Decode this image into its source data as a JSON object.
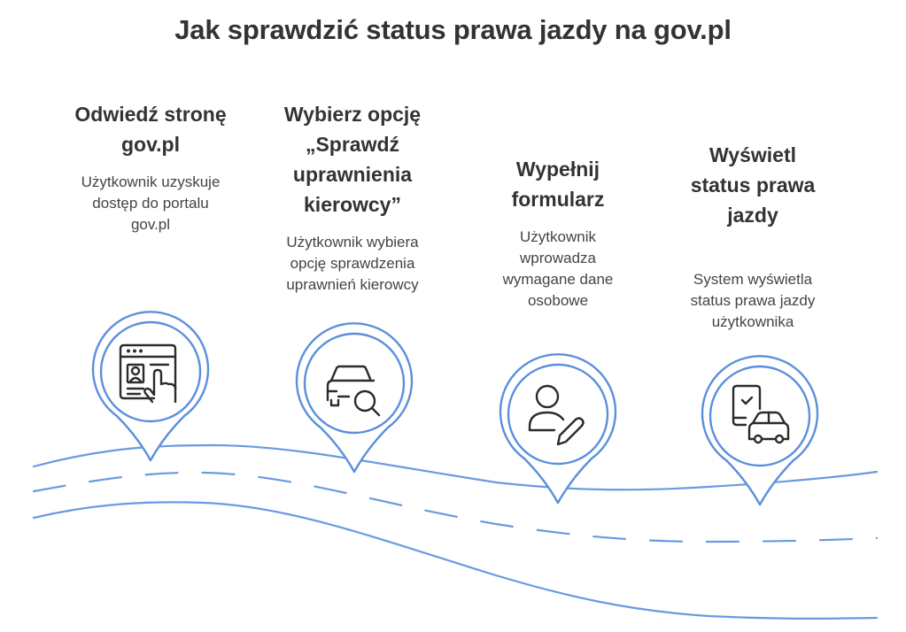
{
  "title": "Jak sprawdzić status prawa jazdy na gov.pl",
  "colors": {
    "accent": "#5b8fdc",
    "text": "#333333",
    "icon": "#2b2b2b",
    "background": "#ffffff"
  },
  "steps": [
    {
      "heading": "Odwiedź stronę gov.pl",
      "heading_lines": [
        "Odwiedź stronę",
        "gov.pl"
      ],
      "description": "Użytkownik uzyskuje dostęp do portalu gov.pl",
      "description_lines": [
        "Użytkownik uzyskuje",
        "dostęp do portalu",
        "gov.pl"
      ],
      "icon": "browser-touch-icon"
    },
    {
      "heading": "Wybierz opcję „Sprawdź uprawnienia kierowcy”",
      "heading_lines": [
        "Wybierz opcję",
        "„Sprawdź",
        "uprawnienia",
        "kierowcy”"
      ],
      "description": "Użytkownik wybiera opcję sprawdzenia uprawnień kierowcy",
      "description_lines": [
        "Użytkownik wybiera",
        "opcję sprawdzenia",
        "uprawnień kierowcy"
      ],
      "icon": "car-search-icon"
    },
    {
      "heading": "Wypełnij formularz",
      "heading_lines": [
        "Wypełnij",
        "formularz"
      ],
      "description": "Użytkownik wprowadza wymagane dane osobowe",
      "description_lines": [
        "Użytkownik",
        "wprowadza",
        "wymagane dane",
        "osobowe"
      ],
      "icon": "user-edit-icon"
    },
    {
      "heading": "Wyświetl status prawa jazdy",
      "heading_lines": [
        "Wyświetl",
        "status prawa",
        "jazdy"
      ],
      "description": "System wyświetla status prawa jazdy użytkownika",
      "description_lines": [
        "System wyświetla",
        "status prawa jazdy",
        "użytkownika"
      ],
      "icon": "phone-check-car-icon"
    }
  ]
}
